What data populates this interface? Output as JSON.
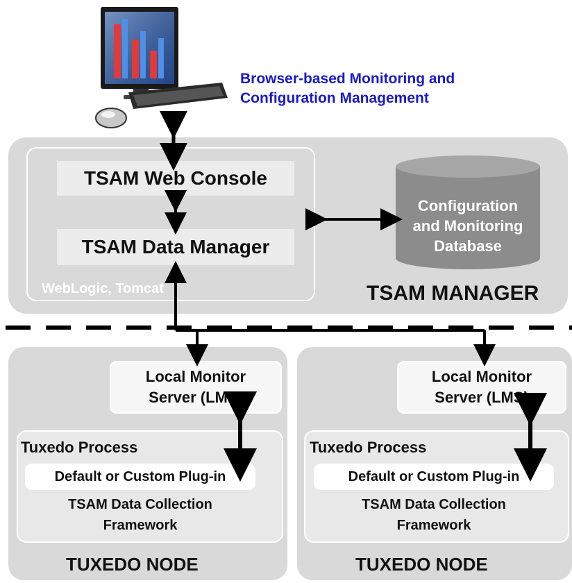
{
  "caption": {
    "line1": "Browser-based Monitoring and",
    "line2": "Configuration Management"
  },
  "manager": {
    "web_console": "TSAM Web Console",
    "data_manager": "TSAM Data Manager",
    "container": "WebLogic, Tomcat",
    "database_line1": "Configuration",
    "database_line2": "and Monitoring",
    "database_line3": "Database",
    "title": "TSAM MANAGER"
  },
  "nodes": [
    {
      "lms_line1": "Local Monitor",
      "lms_line2": "Server (LMS)",
      "process": "Tuxedo Process",
      "plugin": "Default or Custom Plug-in",
      "framework_line1": "TSAM Data Collection",
      "framework_line2": "Framework",
      "title": "TUXEDO NODE"
    },
    {
      "lms_line1": "Local Monitor",
      "lms_line2": "Server (LMS)",
      "process": "Tuxedo Process",
      "plugin": "Default or Custom Plug-in",
      "framework_line1": "TSAM Data Collection",
      "framework_line2": "Framework",
      "title": "TUXEDO NODE"
    }
  ],
  "colors": {
    "caption": "#1a1ac8",
    "panel": "#d9d9d9",
    "database": "#8c8c8c"
  },
  "icons": [
    "computer-workstation-icon"
  ]
}
